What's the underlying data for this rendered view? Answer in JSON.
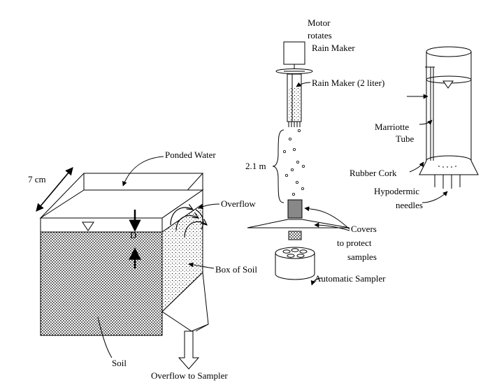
{
  "labels": {
    "motor_line1": "Motor",
    "motor_line2": "rotates",
    "motor_line3": "Rain Maker",
    "rain_maker": "Rain Maker (2 liter)",
    "marriotte_line1": "Marriotte",
    "marriotte_line2": "Tube",
    "rubber_cork": "Rubber Cork",
    "hypodermic_line1": "Hypodermic",
    "hypodermic_line2": "needles",
    "height": "2.1 m",
    "ponded_water": "Ponded Water",
    "width": "7 cm",
    "overflow": "Overflow",
    "depth_symbol": "D",
    "covers_line1": "Covers",
    "covers_line2": "to protect",
    "covers_line3": "samples",
    "box_of_soil": "Box of Soil",
    "automatic_sampler": "Automatic Sampler",
    "soil": "Soil",
    "overflow_to_sampler": "Overflow to Sampler"
  }
}
